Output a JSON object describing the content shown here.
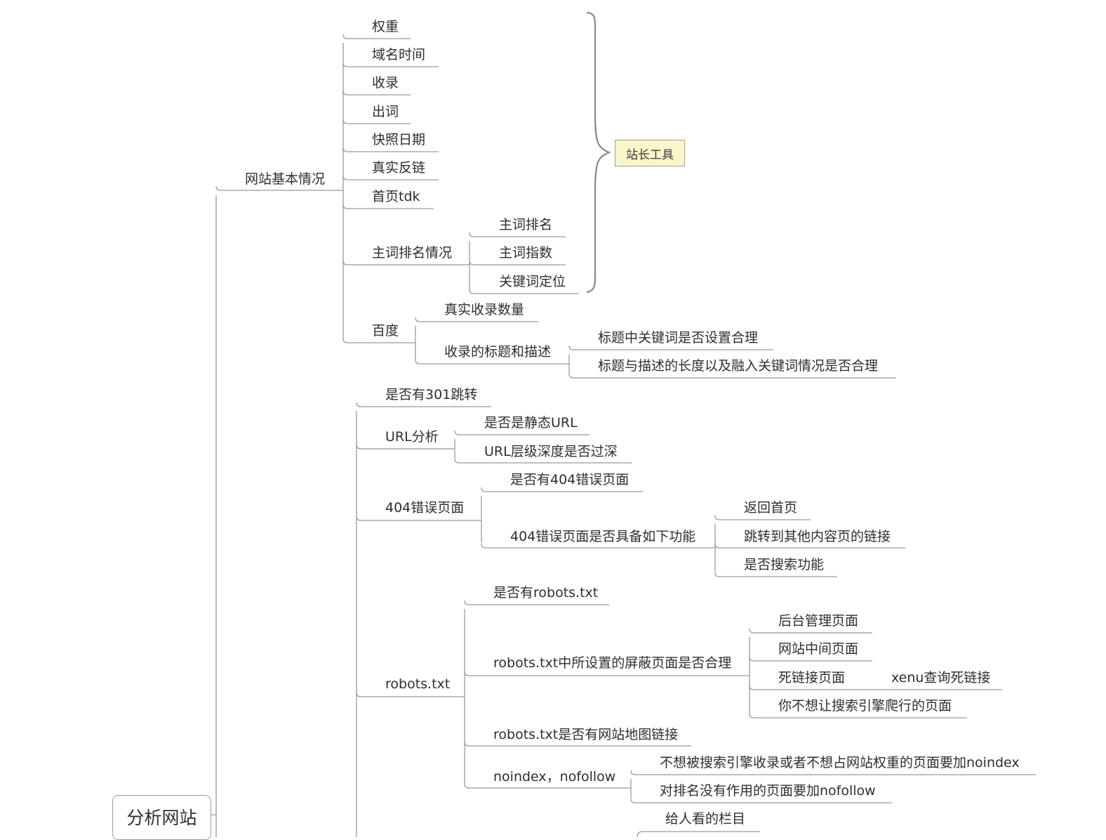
{
  "root": {
    "label": "分析网站"
  },
  "summary": {
    "label": "站长工具"
  },
  "colors": {
    "line": "#9a9a9a",
    "text": "#2e2e2e",
    "summary_fill": "#fbf5cc",
    "brace": "#8a8a8a"
  },
  "nodes": {
    "n1": "网站基本情况",
    "n1_1": "权重",
    "n1_2": "域名时间",
    "n1_3": "收录",
    "n1_4": "出词",
    "n1_5": "快照日期",
    "n1_6": "真实反链",
    "n1_7": "首页tdk",
    "n1_8": "主词排名情况",
    "n1_8_1": "主词排名",
    "n1_8_2": "主词指数",
    "n1_8_3": "关键词定位",
    "n1_9": "百度",
    "n1_9_1": "真实收录数量",
    "n1_9_2": "收录的标题和描述",
    "n1_9_2_1": "标题中关键词是否设置合理",
    "n1_9_2_2": "标题与描述的长度以及融入关键词情况是否合理",
    "n2": "是否有301跳转",
    "n3": "URL分析",
    "n3_1": "是否是静态URL",
    "n3_2": "URL层级深度是否过深",
    "n4": "404错误页面",
    "n4_1": "是否有404错误页面",
    "n4_2": "404错误页面是否具备如下功能",
    "n4_2_1": "返回首页",
    "n4_2_2": "跳转到其他内容页的链接",
    "n4_2_3": "是否搜索功能",
    "n5": "robots.txt",
    "n5_1": "是否有robots.txt",
    "n5_2": "robots.txt中所设置的屏蔽页面是否合理",
    "n5_2_1": "后台管理页面",
    "n5_2_2": "网站中间页面",
    "n5_2_3": "死链接页面",
    "n5_2_3_1": "xenu查询死链接",
    "n5_2_4": "你不想让搜索引擎爬行的页面",
    "n5_3": "robots.txt是否有网站地图链接",
    "n5_4": "noindex，nofollow",
    "n5_4_1": "不想被搜索引擎收录或者不想占网站权重的页面要加noindex",
    "n5_4_2": "对排名没有作用的页面要加nofollow",
    "n6_1": "给人看的栏目"
  }
}
